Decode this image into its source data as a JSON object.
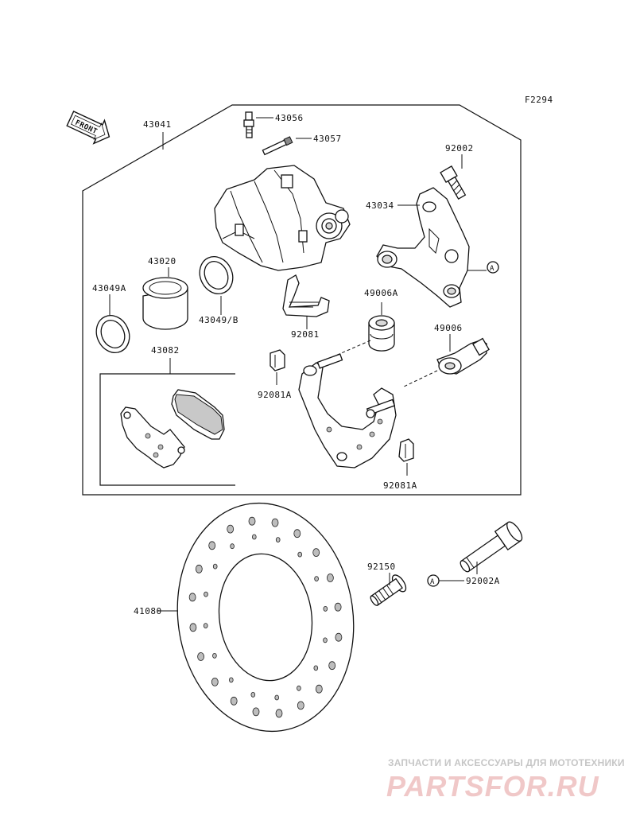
{
  "figure_code": "F2294",
  "front_arrow_label": "FRONT",
  "parts": {
    "caliper_assy": "43041",
    "bleed_valve": "43056",
    "bleed_cap": "43057",
    "bracket_bolt": "92002",
    "bracket": "43034",
    "piston": "43020",
    "piston_seal": "43049/B",
    "dust_seal": "43049A",
    "pad_spring": "92081",
    "boot_a": "49006A",
    "boot": "49006",
    "pad_set": "43082",
    "clip_a_left": "92081A",
    "clip_a_right": "92081A",
    "disc": "41080",
    "disc_bolt": "92150",
    "mount_bolt": "92002A"
  },
  "ref_marker_a": "A",
  "ref_marker_b": "A",
  "watermark": {
    "tagline": "ЗАПЧАСТИ И АКСЕССУАРЫ ДЛЯ МОТОТЕХНИКИ",
    "logo": "PARTSFOR.RU"
  }
}
